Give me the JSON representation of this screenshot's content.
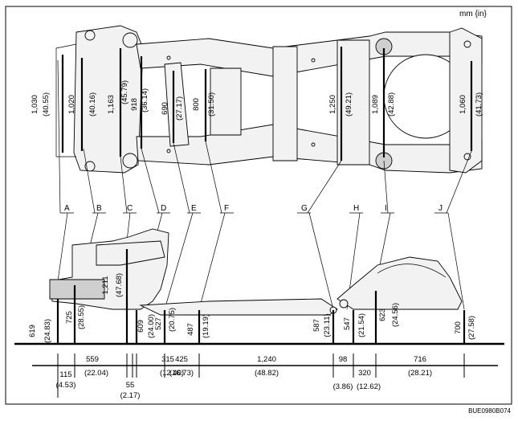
{
  "units_label": "mm {in}",
  "figure_code": "BUE0980B074",
  "point_labels": [
    "A",
    "B",
    "C",
    "D",
    "E",
    "F",
    "G",
    "H",
    "I",
    "J"
  ],
  "top_view_dims": [
    {
      "mm": "1,030",
      "in": "(40.55)"
    },
    {
      "mm": "1,020",
      "in": "(40.16)"
    },
    {
      "mm": "1,163",
      "in": "(45.79)"
    },
    {
      "mm": "918",
      "in": "(36.14)"
    },
    {
      "mm": "690",
      "in": "(27.17)"
    },
    {
      "mm": "800",
      "in": "(31.50)"
    },
    {
      "mm": "1,250",
      "in": "(49.21)"
    },
    {
      "mm": "1,089",
      "in": "(42.88)"
    },
    {
      "mm": "1,060",
      "in": "(41.73)"
    }
  ],
  "side_view_heights": [
    {
      "mm": "619",
      "in": "(24.83)"
    },
    {
      "mm": "725",
      "in": "(28.55)"
    },
    {
      "mm": "1,211",
      "in": "(47.68)"
    },
    {
      "mm": "609",
      "in": "(24.00)"
    },
    {
      "mm": "527",
      "in": "(20.75)"
    },
    {
      "mm": "487",
      "in": "(19.19)"
    },
    {
      "mm": "587",
      "in": "(23.11)"
    },
    {
      "mm": "547",
      "in": "(21.54)"
    },
    {
      "mm": "623",
      "in": "(24.56)"
    },
    {
      "mm": "700",
      "in": "(27.58)"
    }
  ],
  "horizontal_dims": [
    {
      "mm": "559",
      "in": "(22.04)"
    },
    {
      "mm": "315",
      "in": "(12.40)"
    },
    {
      "mm": "425",
      "in": "(16.73)"
    },
    {
      "mm": "1,240",
      "in": "(48.82)"
    },
    {
      "mm": "98",
      "in": "(3.86)"
    },
    {
      "mm": "320",
      "in": "(12.62)"
    },
    {
      "mm": "716",
      "in": "(28.21)"
    }
  ],
  "lower_dims": [
    {
      "mm": "115",
      "in": "(4.53)"
    },
    {
      "mm": "55",
      "in": "(2.17)"
    }
  ]
}
